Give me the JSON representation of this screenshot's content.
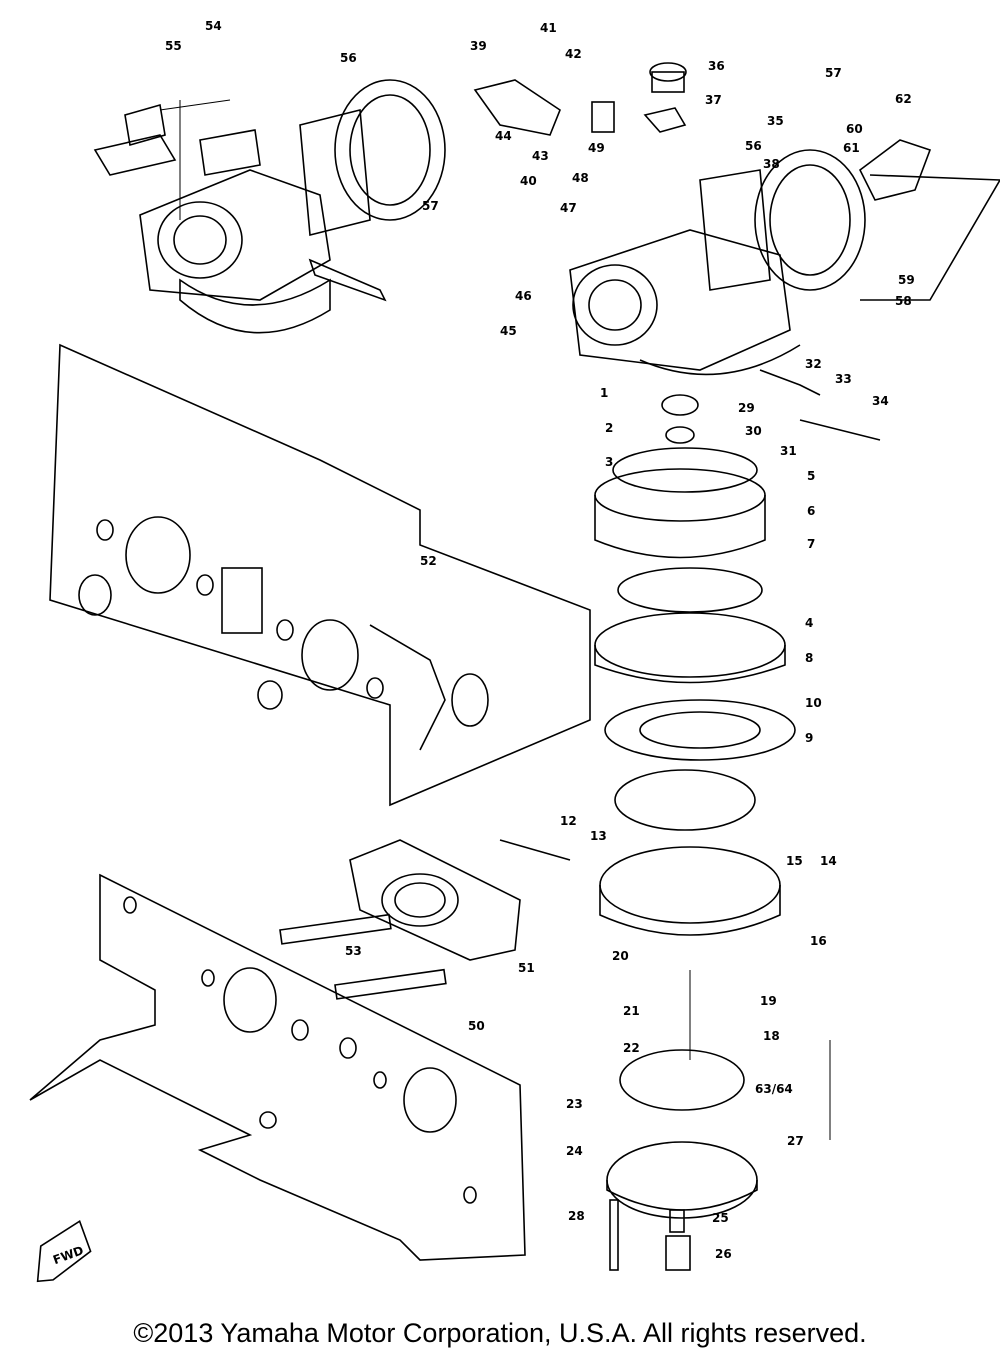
{
  "diagram": {
    "labels": [
      "1",
      "2",
      "3",
      "4",
      "5",
      "6",
      "7",
      "8",
      "9",
      "10",
      "12",
      "13",
      "14",
      "15",
      "16",
      "18",
      "19",
      "20",
      "21",
      "22",
      "23",
      "24",
      "25",
      "26",
      "27",
      "28",
      "29",
      "30",
      "31",
      "32",
      "33",
      "34",
      "35",
      "36",
      "37",
      "38",
      "39",
      "40",
      "41",
      "42",
      "43",
      "44",
      "45",
      "46",
      "47",
      "48",
      "49",
      "50",
      "51",
      "52",
      "53",
      "54",
      "55",
      "56",
      "57",
      "58",
      "59",
      "60",
      "61",
      "62",
      "63/64"
    ],
    "fwd_badge": "FWD"
  },
  "footer": {
    "copyright": "©2013 Yamaha Motor Corporation, U.S.A. All rights reserved."
  }
}
